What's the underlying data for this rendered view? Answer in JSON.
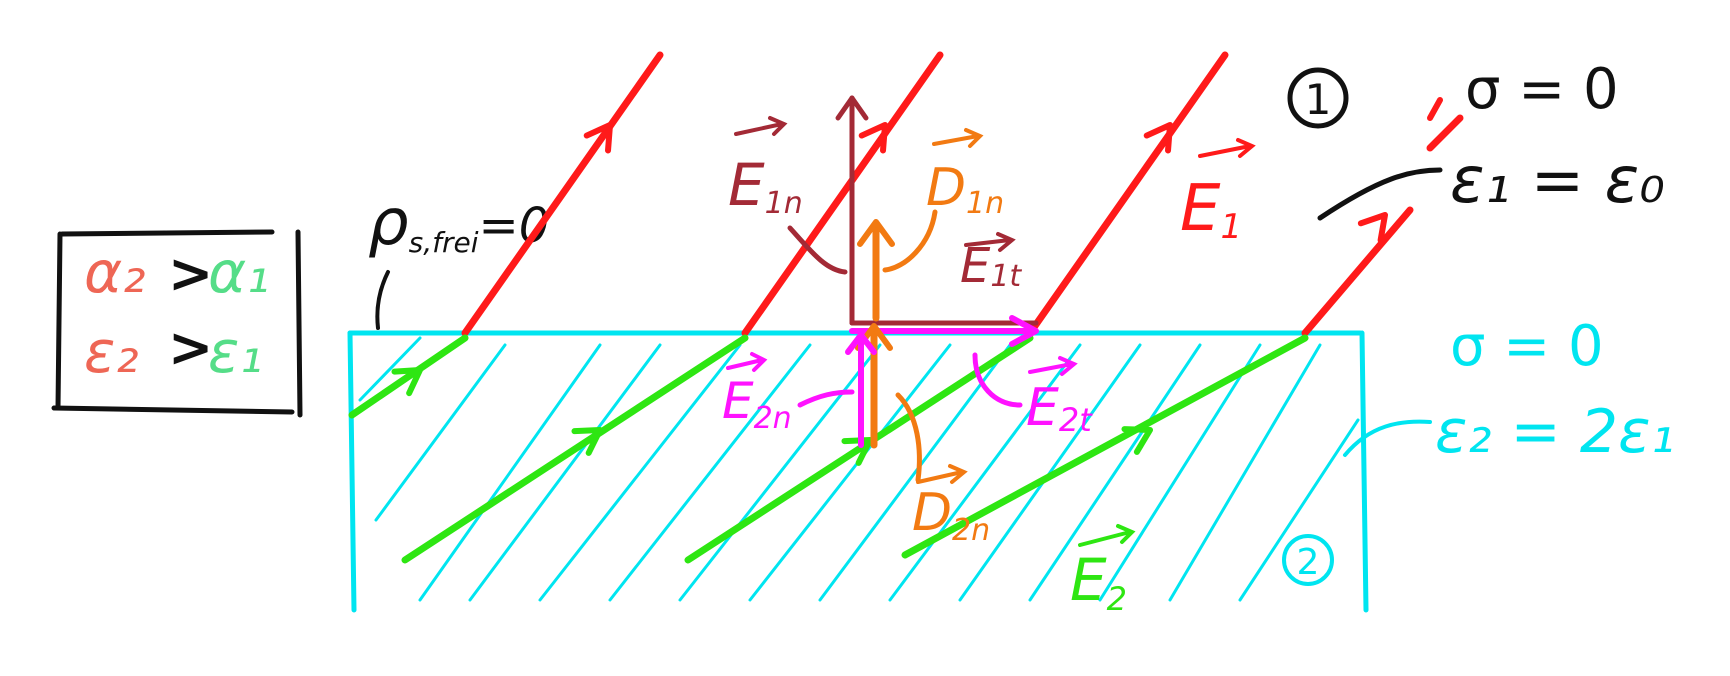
{
  "colors": {
    "medium2": "#00e5f0",
    "field1": "#ff1a1a",
    "field2": "#2ee612",
    "normal1": "#a32a36",
    "displacement": "#f27a12",
    "component2": "#ff12ff",
    "ink": "#111111",
    "alpha2": "#ee6655",
    "alpha1": "#55dd88"
  },
  "legend": {
    "alpha2": "α₂",
    "alpha1": "α₁",
    "eps2": "ε₂",
    "eps1": "ε₁",
    "gt": ">"
  },
  "labels": {
    "rho": "ρ_s,frei = 0",
    "rho_main": "ρ",
    "rho_sub": "s,frei",
    "rho_eq": "=0",
    "region1": "1",
    "region2": "2",
    "sigma1": "σ = 0",
    "eps1_def": "ε₁ = ε₀",
    "sigma2": "σ = 0",
    "eps2_def": "ε₂ = 2ε₁",
    "E1n": "E",
    "E1n_sub": "1n",
    "D1n": "D",
    "D1n_sub": "1n",
    "E1t": "E",
    "E1t_sub": "1t",
    "E1": "E",
    "E1_sub": "1",
    "E2n": "E",
    "E2n_sub": "2n",
    "E2t": "E",
    "E2t_sub": "2t",
    "D2n": "D",
    "D2n_sub": "2n",
    "E2": "E",
    "E2_sub": "2"
  },
  "icons": {
    "vector_arrow": "small-right-arrow-over-symbol",
    "field_arrow": "chevron-arrowhead"
  }
}
